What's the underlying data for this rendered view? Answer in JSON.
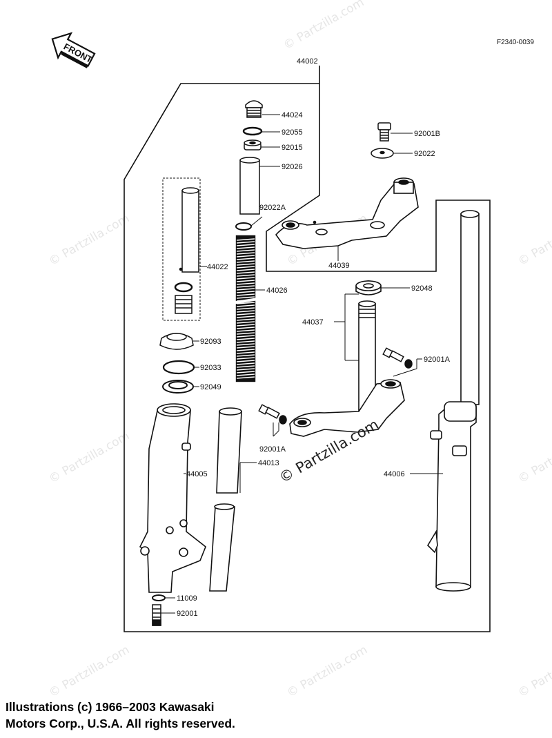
{
  "diagram_code": "F2340-0039",
  "front_label": "FRONT",
  "watermark_text": "© Partzilla.com",
  "parts": {
    "p44002": "44002",
    "p44024": "44024",
    "p92055": "92055",
    "p92015": "92015",
    "p92026": "92026",
    "p92022A": "92022A",
    "p44022": "44022",
    "p44026": "44026",
    "p92093": "92093",
    "p92033": "92033",
    "p92049": "92049",
    "p44005": "44005",
    "p44013": "44013",
    "p11009": "11009",
    "p92001": "92001",
    "p92001B": "92001B",
    "p92022": "92022",
    "p44039": "44039",
    "p92048": "92048",
    "p44037": "44037",
    "p92001A_upper": "92001A",
    "p92001A_lower": "92001A",
    "p44006": "44006"
  },
  "copyright": {
    "line1": "Illustrations (c) 1966–2003 Kawasaki",
    "line2": "Motors Corp., U.S.A.  All rights reserved."
  }
}
